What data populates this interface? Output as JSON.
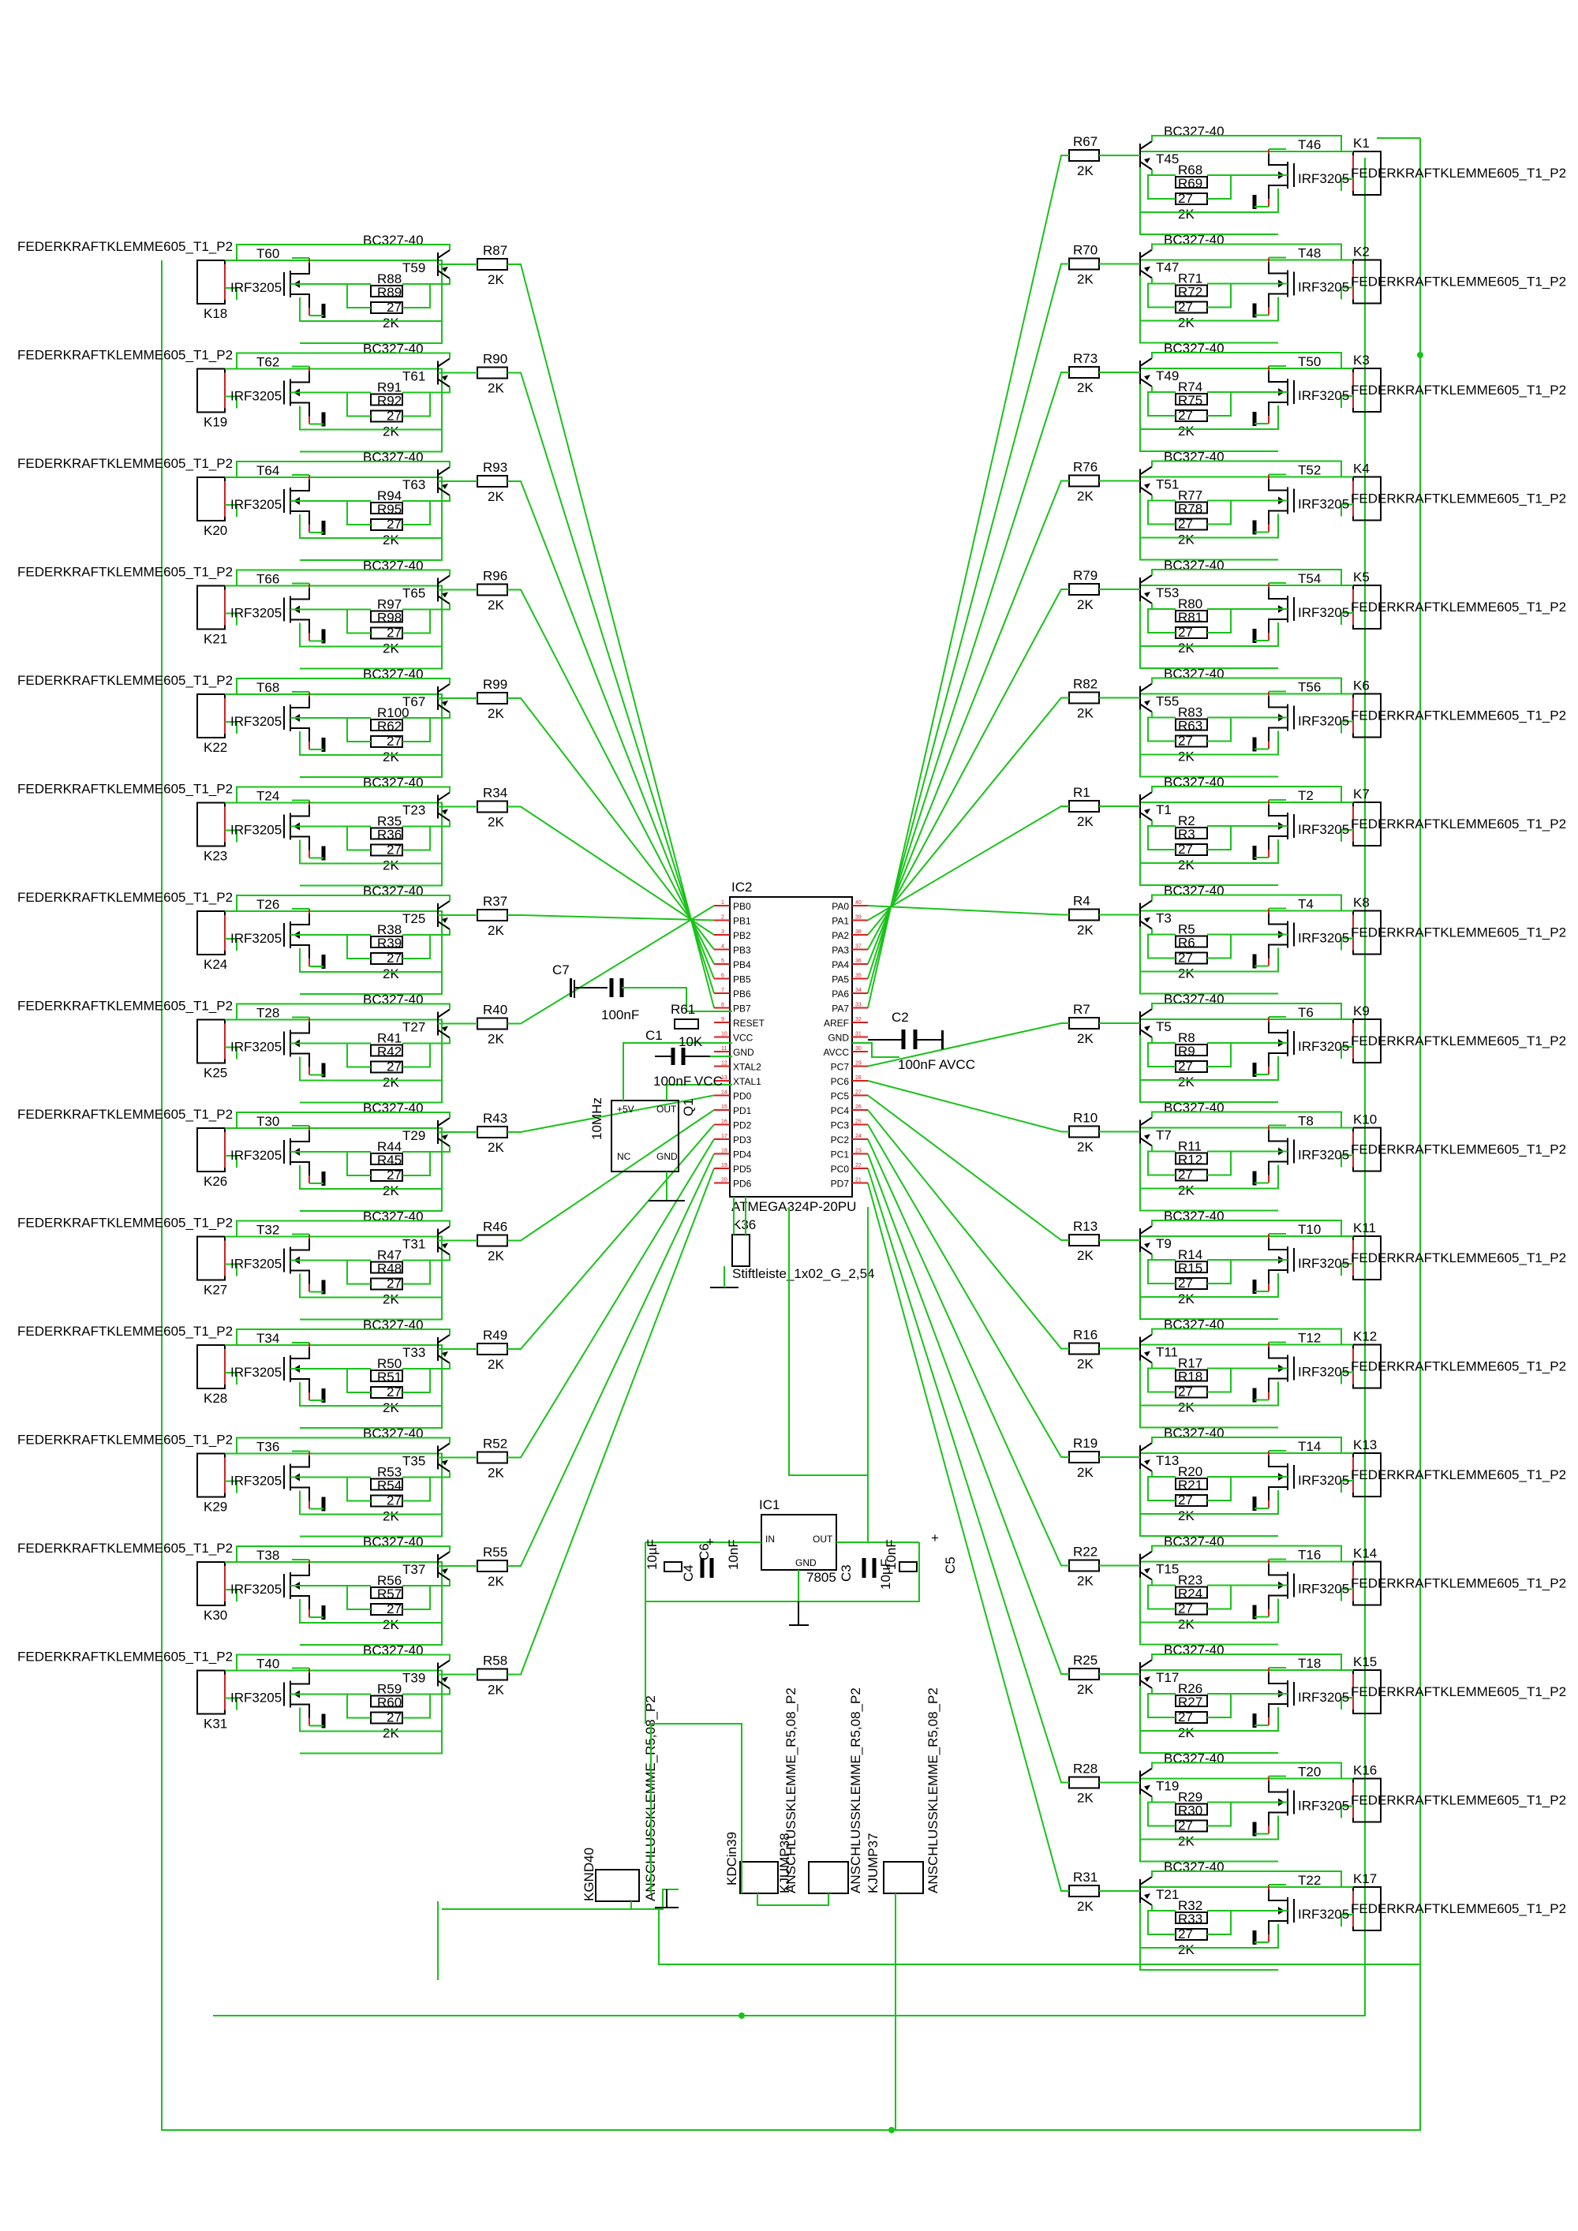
{
  "connector_part": "FEDERKRAFTKLEMME605_T1_P2",
  "transistor_part": "BC327-40",
  "mosfet_part": "IRF3205",
  "base_resistor_value": "2K",
  "gate_resistor_value": "27",
  "pulldown_resistor_value": "2K",
  "left_channels": [
    {
      "k": "K18",
      "t": "T60",
      "q": "T59",
      "rb": "R87",
      "rg": "R89",
      "rp": "R88"
    },
    {
      "k": "K19",
      "t": "T62",
      "q": "T61",
      "rb": "R90",
      "rg": "R92",
      "rp": "R91"
    },
    {
      "k": "K20",
      "t": "T64",
      "q": "T63",
      "rb": "R93",
      "rg": "R95",
      "rp": "R94"
    },
    {
      "k": "K21",
      "t": "T66",
      "q": "T65",
      "rb": "R96",
      "rg": "R98",
      "rp": "R97"
    },
    {
      "k": "K22",
      "t": "T68",
      "q": "T67",
      "rb": "R99",
      "rg": "R62",
      "rp": "R100"
    },
    {
      "k": "K23",
      "t": "T24",
      "q": "T23",
      "rb": "R34",
      "rg": "R36",
      "rp": "R35"
    },
    {
      "k": "K24",
      "t": "T26",
      "q": "T25",
      "rb": "R37",
      "rg": "R39",
      "rp": "R38"
    },
    {
      "k": "K25",
      "t": "T28",
      "q": "T27",
      "rb": "R40",
      "rg": "R42",
      "rp": "R41"
    },
    {
      "k": "K26",
      "t": "T30",
      "q": "T29",
      "rb": "R43",
      "rg": "R45",
      "rp": "R44"
    },
    {
      "k": "K27",
      "t": "T32",
      "q": "T31",
      "rb": "R46",
      "rg": "R48",
      "rp": "R47"
    },
    {
      "k": "K28",
      "t": "T34",
      "q": "T33",
      "rb": "R49",
      "rg": "R51",
      "rp": "R50"
    },
    {
      "k": "K29",
      "t": "T36",
      "q": "T35",
      "rb": "R52",
      "rg": "R54",
      "rp": "R53"
    },
    {
      "k": "K30",
      "t": "T38",
      "q": "T37",
      "rb": "R55",
      "rg": "R57",
      "rp": "R56"
    },
    {
      "k": "K31",
      "t": "T40",
      "q": "T39",
      "rb": "R58",
      "rg": "R60",
      "rp": "R59"
    }
  ],
  "right_channels": [
    {
      "k": "K1",
      "t": "T46",
      "q": "T45",
      "rb": "R67",
      "rg": "R69",
      "rp": "R68"
    },
    {
      "k": "K2",
      "t": "T48",
      "q": "T47",
      "rb": "R70",
      "rg": "R72",
      "rp": "R71"
    },
    {
      "k": "K3",
      "t": "T50",
      "q": "T49",
      "rb": "R73",
      "rg": "R75",
      "rp": "R74"
    },
    {
      "k": "K4",
      "t": "T52",
      "q": "T51",
      "rb": "R76",
      "rg": "R78",
      "rp": "R77"
    },
    {
      "k": "K5",
      "t": "T54",
      "q": "T53",
      "rb": "R79",
      "rg": "R81",
      "rp": "R80"
    },
    {
      "k": "K6",
      "t": "T56",
      "q": "T55",
      "rb": "R82",
      "rg": "R63",
      "rp": "R83"
    },
    {
      "k": "K7",
      "t": "T2",
      "q": "T1",
      "rb": "R1",
      "rg": "R3",
      "rp": "R2"
    },
    {
      "k": "K8",
      "t": "T4",
      "q": "T3",
      "rb": "R4",
      "rg": "R6",
      "rp": "R5"
    },
    {
      "k": "K9",
      "t": "T6",
      "q": "T5",
      "rb": "R7",
      "rg": "R9",
      "rp": "R8"
    },
    {
      "k": "K10",
      "t": "T8",
      "q": "T7",
      "rb": "R10",
      "rg": "R12",
      "rp": "R11"
    },
    {
      "k": "K11",
      "t": "T10",
      "q": "T9",
      "rb": "R13",
      "rg": "R15",
      "rp": "R14"
    },
    {
      "k": "K12",
      "t": "T12",
      "q": "T11",
      "rb": "R16",
      "rg": "R18",
      "rp": "R17"
    },
    {
      "k": "K13",
      "t": "T14",
      "q": "T13",
      "rb": "R19",
      "rg": "R21",
      "rp": "R20"
    },
    {
      "k": "K14",
      "t": "T16",
      "q": "T15",
      "rb": "R22",
      "rg": "R24",
      "rp": "R23"
    },
    {
      "k": "K15",
      "t": "T18",
      "q": "T17",
      "rb": "R25",
      "rg": "R27",
      "rp": "R26"
    },
    {
      "k": "K16",
      "t": "T20",
      "q": "T19",
      "rb": "R28",
      "rg": "R30",
      "rp": "R29"
    },
    {
      "k": "K17",
      "t": "T22",
      "q": "T21",
      "rb": "R31",
      "rg": "R33",
      "rp": "R32"
    }
  ],
  "mcu": {
    "ref": "IC2",
    "part": "ATMEGA324P-20PU",
    "left_pins": [
      "PB0",
      "PB1",
      "PB2",
      "PB3",
      "PB4",
      "PB5",
      "PB6",
      "PB7",
      "RESET",
      "VCC",
      "GND",
      "XTAL2",
      "XTAL1",
      "PD0",
      "PD1",
      "PD2",
      "PD3",
      "PD4",
      "PD5",
      "PD6"
    ],
    "right_pins": [
      "PA0",
      "PA1",
      "PA2",
      "PA3",
      "PA4",
      "PA5",
      "PA6",
      "PA7",
      "AREF",
      "GND",
      "AVCC",
      "PC7",
      "PC6",
      "PC5",
      "PC4",
      "PC3",
      "PC2",
      "PC1",
      "PC0",
      "PD7"
    ]
  },
  "quartz": {
    "ref": "Q1",
    "value": "10MHz",
    "pin_5v": "+5V",
    "pin_nc": "NC",
    "pin_gnd": "GND",
    "pin_out": "OUT"
  },
  "regulator": {
    "ref": "IC1",
    "part": "7805",
    "pin_in": "IN",
    "pin_out": "OUT",
    "pin_gnd": "GND"
  },
  "capacitors": [
    {
      "ref": "C7",
      "value": "100nF"
    },
    {
      "ref": "C1",
      "value": "100nF"
    },
    {
      "ref": "C2",
      "value": "100nF"
    },
    {
      "ref": "C4",
      "value": "10µF"
    },
    {
      "ref": "C6",
      "value": "10nF"
    },
    {
      "ref": "C3",
      "value": "10nF"
    },
    {
      "ref": "C5",
      "value": "10µF"
    }
  ],
  "reset_resistor": {
    "ref": "R61",
    "value": "10K"
  },
  "net_vcc": "VCC",
  "net_avcc": "AVCC",
  "header": {
    "ref": "K36",
    "part": "Stiftleiste_1x02_G_2,54"
  },
  "terminals": [
    {
      "ref": "KGND40",
      "part": "ANSCHLUSSKLEMME_R5,08_P2"
    },
    {
      "ref": "KDCin39",
      "part": "ANSCHLUSSKLEMME_R5,08_P2"
    },
    {
      "ref": "KJUMP38",
      "part": "ANSCHLUSSKLEMME_R5,08_P2"
    },
    {
      "ref": "KJUMP37",
      "part": "ANSCHLUSSKLEMME_R5,08_P2"
    }
  ]
}
